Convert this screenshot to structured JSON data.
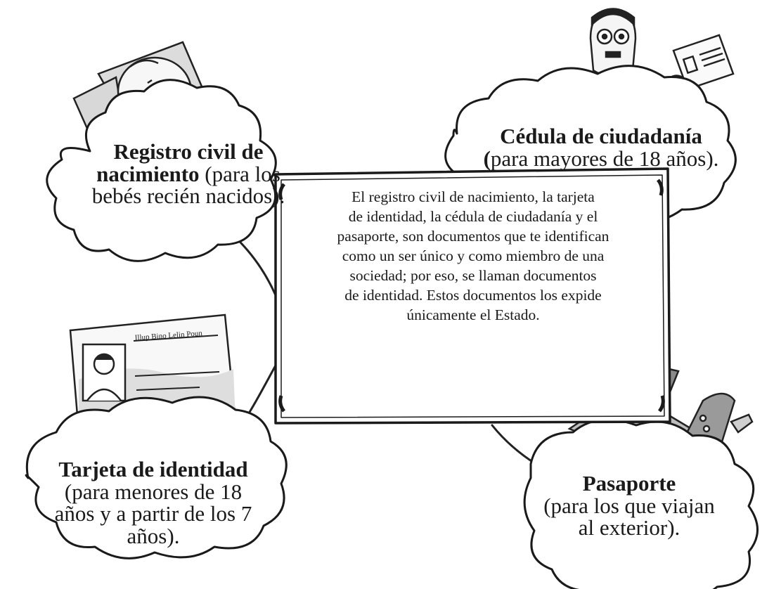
{
  "clouds": {
    "registro": {
      "title_line1": "Registro civil de",
      "title_line2": "nacimiento",
      "detail_line2": " (para los",
      "detail_line3": "bebés recién nacidos)."
    },
    "cedula": {
      "title": "Cédula de ciudadanía",
      "detail_prefix": "(",
      "detail": "para mayores de 18 años)."
    },
    "tarjeta": {
      "title": "Tarjeta de identidad",
      "detail_line1": "(para menores de 18",
      "detail_line2": "años y a partir de los 7",
      "detail_line3": "años)."
    },
    "pasaporte": {
      "title": "Pasaporte",
      "detail_line1": "(para los que viajan",
      "detail_line2": "al exterior)."
    }
  },
  "center": {
    "lines": [
      "El registro civil de nacimiento, la tarjeta",
      "de identidad, la cédula de ciudadanía y el",
      "pasaporte, son documentos que te identifican",
      "como un ser único y como miembro de una",
      "sociedad; por eso, se llaman documentos",
      "de identidad. Estos documentos los expide",
      "únicamente el Estado."
    ]
  },
  "id_card": {
    "header_scribble": "Illup Bino Lelin Poun"
  }
}
